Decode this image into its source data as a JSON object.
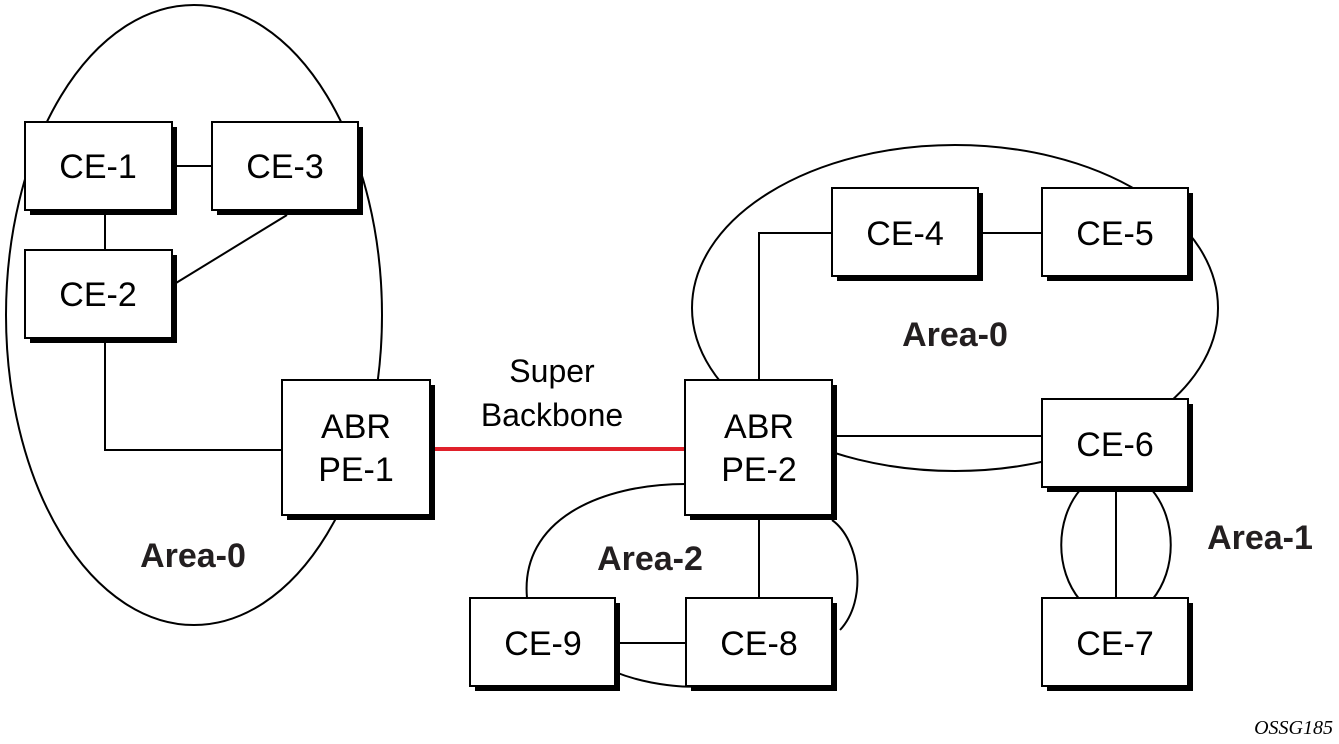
{
  "diagram": {
    "nodes": [
      {
        "id": "ce1",
        "label": "CE-1"
      },
      {
        "id": "ce3",
        "label": "CE-3"
      },
      {
        "id": "ce2",
        "label": "CE-2"
      },
      {
        "id": "pe1",
        "line1": "ABR",
        "line2": "PE-1"
      },
      {
        "id": "pe2",
        "line1": "ABR",
        "line2": "PE-2"
      },
      {
        "id": "ce4",
        "label": "CE-4"
      },
      {
        "id": "ce5",
        "label": "CE-5"
      },
      {
        "id": "ce6",
        "label": "CE-6"
      },
      {
        "id": "ce7",
        "label": "CE-7"
      },
      {
        "id": "ce8",
        "label": "CE-8"
      },
      {
        "id": "ce9",
        "label": "CE-9"
      }
    ],
    "areas": {
      "left_area0": "Area-0",
      "right_area0": "Area-0",
      "area1": "Area-1",
      "area2": "Area-2"
    },
    "backbone": {
      "line1": "Super",
      "line2": "Backbone",
      "color": "#e0202a"
    },
    "figure_id": "OSSG185"
  }
}
